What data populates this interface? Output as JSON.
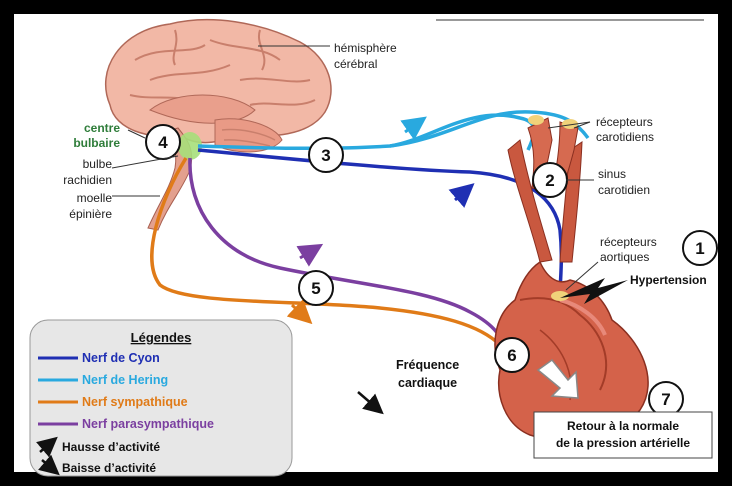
{
  "labels": {
    "hemisphere": [
      "hémisphère",
      "cérébral"
    ],
    "centre": [
      "centre",
      "bulbaire"
    ],
    "bulbe": [
      "bulbe",
      "rachidien"
    ],
    "moelle": [
      "moelle",
      "épinière"
    ],
    "recepteurs_carotidiens": [
      "récepteurs",
      "carotidiens"
    ],
    "sinus": [
      "sinus",
      "carotidien"
    ],
    "recepteurs_aortiques": [
      "récepteurs",
      "aortiques"
    ],
    "hypertension": "Hypertension",
    "frequence": [
      "Fréquence",
      "cardiaque"
    ],
    "retour": [
      "Retour à la normale",
      "de la pression artérielle"
    ]
  },
  "steps": [
    "1",
    "2",
    "3",
    "4",
    "5",
    "6",
    "7"
  ],
  "legend": {
    "title": "Légendes",
    "items": [
      {
        "label": "Nerf de Cyon",
        "color": "#1f2fb3"
      },
      {
        "label": "Nerf de Hering",
        "color": "#29a9df"
      },
      {
        "label": "Nerf sympathique",
        "color": "#e07b18"
      },
      {
        "label": "Nerf parasympathique",
        "color": "#7b3fa0"
      }
    ],
    "arrows": [
      {
        "label": "Hausse d’activité",
        "icon": "arrow-up-right-icon"
      },
      {
        "label": "Baisse d’activité",
        "icon": "arrow-down-right-icon"
      }
    ]
  },
  "colors": {
    "cyon": "#1f2fb3",
    "hering": "#29a9df",
    "sympathique": "#e07b18",
    "parasympathique": "#7b3fa0",
    "centre": "#2f7d3a"
  }
}
